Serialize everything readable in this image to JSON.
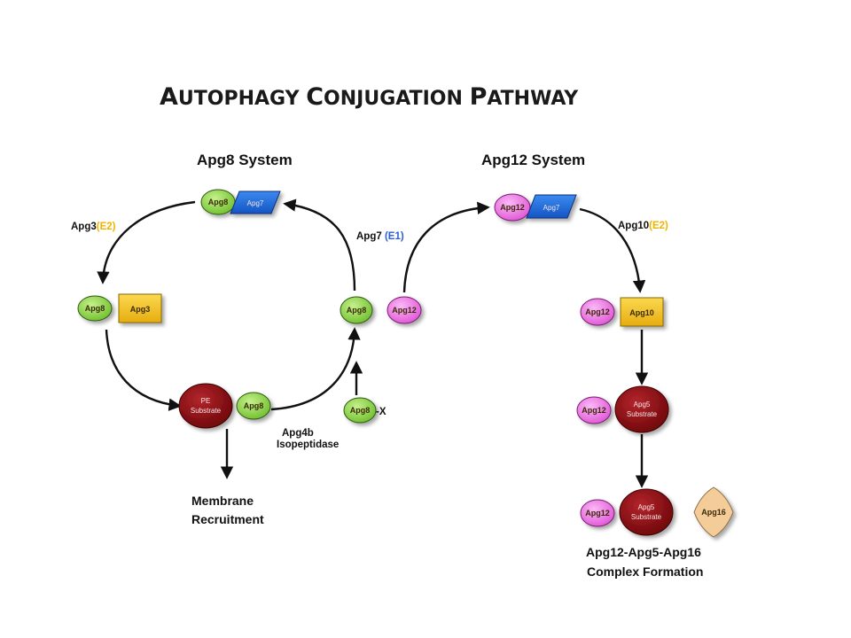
{
  "title": {
    "first": "A",
    "rest1": "UTOPHAGY ",
    "second": "C",
    "rest2": "ONJUGATION ",
    "third": "P",
    "rest3": "ATHWAY"
  },
  "apg8_system": {
    "heading": "Apg8 System",
    "apg3_label": "Apg3",
    "apg3_role": "(E2)",
    "apg7_label": "Apg7",
    "apg7_role": "(E1)",
    "apg4b_line1": "Apg4b",
    "apg4b_line2": "Isopeptidase",
    "membrane_line1": "Membrane",
    "membrane_line2": "Recruitment",
    "mol_apg8": "Apg8",
    "mol_apg7": "Apg7",
    "mol_apg3": "Apg3",
    "pe_line1": "PE",
    "pe_line2": "Substrate",
    "apg8x_suffix": "-X"
  },
  "apg12_system": {
    "heading": "Apg12 System",
    "apg10_label": "Apg10",
    "apg10_role": "(E2)",
    "mol_apg12": "Apg12",
    "mol_apg7": "Apg7",
    "mol_apg10": "Apg10",
    "apg5_line1": "Apg5",
    "apg5_line2": "Substrate",
    "mol_apg16": "Apg16",
    "complex_line1": "Apg12-Apg5-Apg16",
    "complex_line2": "Complex Formation"
  },
  "colors": {
    "apg8_green": "#8fd44e",
    "apg12_pink": "#f07ae8",
    "apg7_blue": "#1e6fe0",
    "e2_box_yellow": "#f2c11c",
    "substrate_red": "#8a0d12",
    "apg16_tan": "#f3cc9a",
    "e2_text": "#f0b400",
    "e1_text": "#2a5fd6"
  }
}
